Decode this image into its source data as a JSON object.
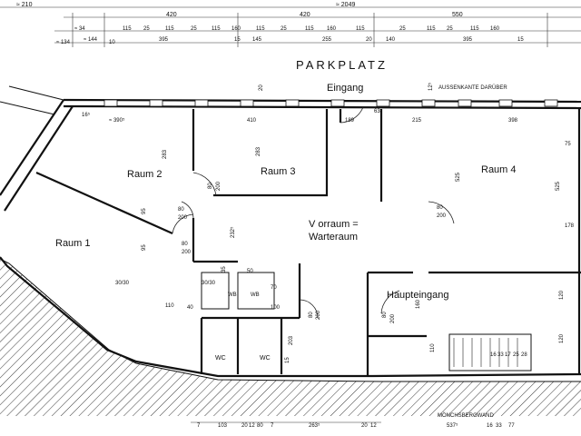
{
  "title": "PARKPLATZ",
  "entrance_top": "Eingang",
  "outer_edge_note": "AUSSENKANTE DARÜBER",
  "wall_label": "MÖNCHSBERGWAND",
  "rooms": {
    "r1": "Raum 1",
    "r2": "Raum 2",
    "r3": "Raum 3",
    "r4": "Raum 4",
    "waiting_1": "V orraum =",
    "waiting_2": "Warteraum",
    "main_entrance": "Haupteingang",
    "wc1": "WC",
    "wc2": "WC",
    "wb1": "WB",
    "wb2": "WB"
  },
  "top_dims": {
    "overall_left": "≈ 210",
    "overall_total": "≈ 2049",
    "seg1": "420",
    "seg2": "420",
    "seg3": "550",
    "row2": [
      "≈ 34",
      "115",
      "25",
      "115",
      "25",
      "115",
      "160",
      "115",
      "25",
      "115",
      "160",
      "115",
      "25",
      "115",
      "25",
      "115",
      "160"
    ],
    "row3": [
      "≈ 144",
      "395",
      "15",
      "145",
      "255",
      "20",
      "140",
      "395",
      "15"
    ],
    "row3_left": "≈ 134",
    "left_small": "10"
  },
  "inner_dims": [
    "≈ 390⁵",
    "410",
    "215",
    "189",
    "398",
    "283",
    "283",
    "525",
    "525",
    "232⁵",
    "80",
    "200",
    "80",
    "200",
    "80",
    "200",
    "80",
    "200",
    "80",
    "200",
    "80",
    "200",
    "95",
    "95",
    "30/30",
    "110",
    "110",
    "160",
    "120",
    "120",
    "203",
    "50",
    "70",
    "30/30",
    "100",
    "40",
    "15",
    "20",
    "63",
    "12⁵",
    "16⁵",
    "35",
    "75",
    "178"
  ],
  "bottom_dims": [
    "7",
    "103",
    "20",
    "12",
    "80",
    "7",
    "263⁵",
    "20",
    "12",
    "537⁵",
    "16",
    "33",
    "77"
  ],
  "stair_numbers": [
    "16",
    "33",
    "17",
    "25",
    "28"
  ]
}
